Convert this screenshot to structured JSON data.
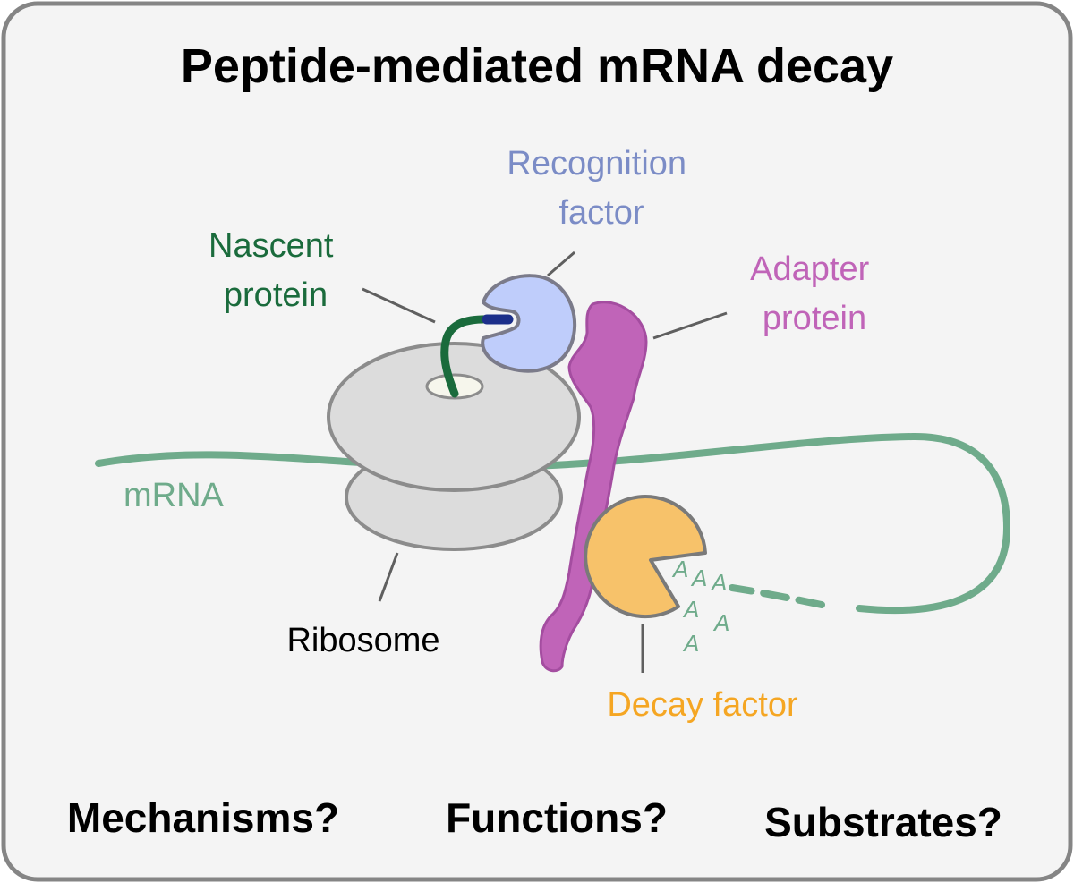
{
  "title": "Peptide-mediated mRNA decay",
  "labels": {
    "recognition_factor": [
      "Recognition",
      "factor"
    ],
    "nascent_protein": [
      "Nascent",
      "protein"
    ],
    "adapter_protein": [
      "Adapter",
      "protein"
    ],
    "mrna": "mRNA",
    "ribosome": "Ribosome",
    "decay_factor": "Decay factor",
    "poly_a": [
      "A",
      "A",
      "A",
      "A",
      "A",
      "A"
    ]
  },
  "questions": [
    "Mechanisms?",
    "Functions?",
    "Substrates?"
  ],
  "colors": {
    "background": "#f4f4f4",
    "frame": "#858585",
    "recognition": "#7b8cc6",
    "recognition_fill": "#bfcdfb",
    "nascent": "#1a6b3c",
    "nascent_tip": "#1c2f8a",
    "adapter": "#c064b8",
    "mrna": "#6fab8b",
    "ribosome_fill": "#dcdcdc",
    "ribosome_stroke": "#8c8c8c",
    "decay": "#f5a623",
    "decay_fill": "#f7c26a",
    "leader": "#5f5f5f"
  }
}
